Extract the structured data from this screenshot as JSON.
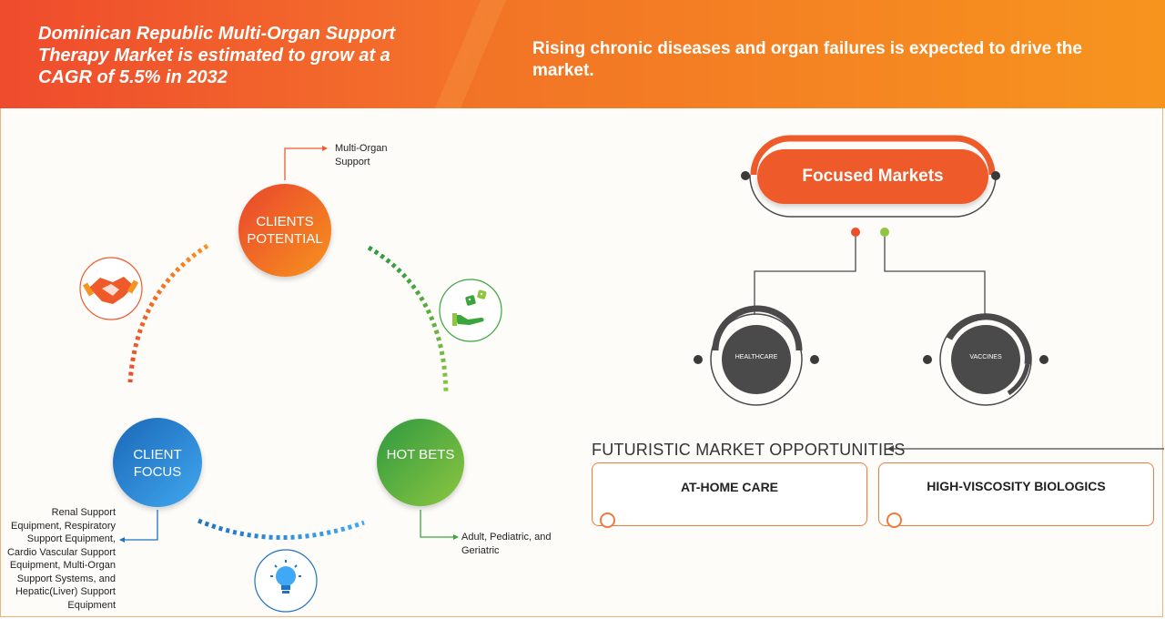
{
  "header": {
    "left_text": "Dominican Republic Multi-Organ Support Therapy Market is estimated to grow at a CAGR of 5.5% in 2032",
    "right_text": "Rising chronic diseases and organ failures is expected to drive the market."
  },
  "cycle": {
    "clients_potential": {
      "label": "CLIENTS POTENTIAL",
      "note": "Multi-Organ Support"
    },
    "hot_bets": {
      "label": "HOT BETS",
      "note": "Adult, Pediatric, and Geriatric"
    },
    "client_focus": {
      "label": "CLIENT FOCUS",
      "note": "Renal Support Equipment, Respiratory Support Equipment, Cardio Vascular Support Equipment, Multi-Organ Support Systems, and Hepatic(Liver) Support Equipment"
    },
    "icons": [
      "handshake-icon",
      "hand-dice-icon",
      "lightbulb-icon"
    ]
  },
  "focused_markets": {
    "title": "Focused Markets",
    "items": [
      "HEALTHCARE",
      "VACCINES"
    ]
  },
  "opportunities": {
    "title": "FUTURISTIC MARKET OPPORTUNITIES",
    "items": [
      "AT-HOME CARE",
      "HIGH-VISCOSITY BIOLOGICS"
    ]
  },
  "colors": {
    "orange": "#ef5a2b",
    "orange_light": "#f7931e",
    "green": "#3aa53a",
    "green_light": "#8dc63f",
    "blue": "#1f73c2",
    "blue_light": "#3fa9f5",
    "dark_gray": "#4a4a4a"
  }
}
